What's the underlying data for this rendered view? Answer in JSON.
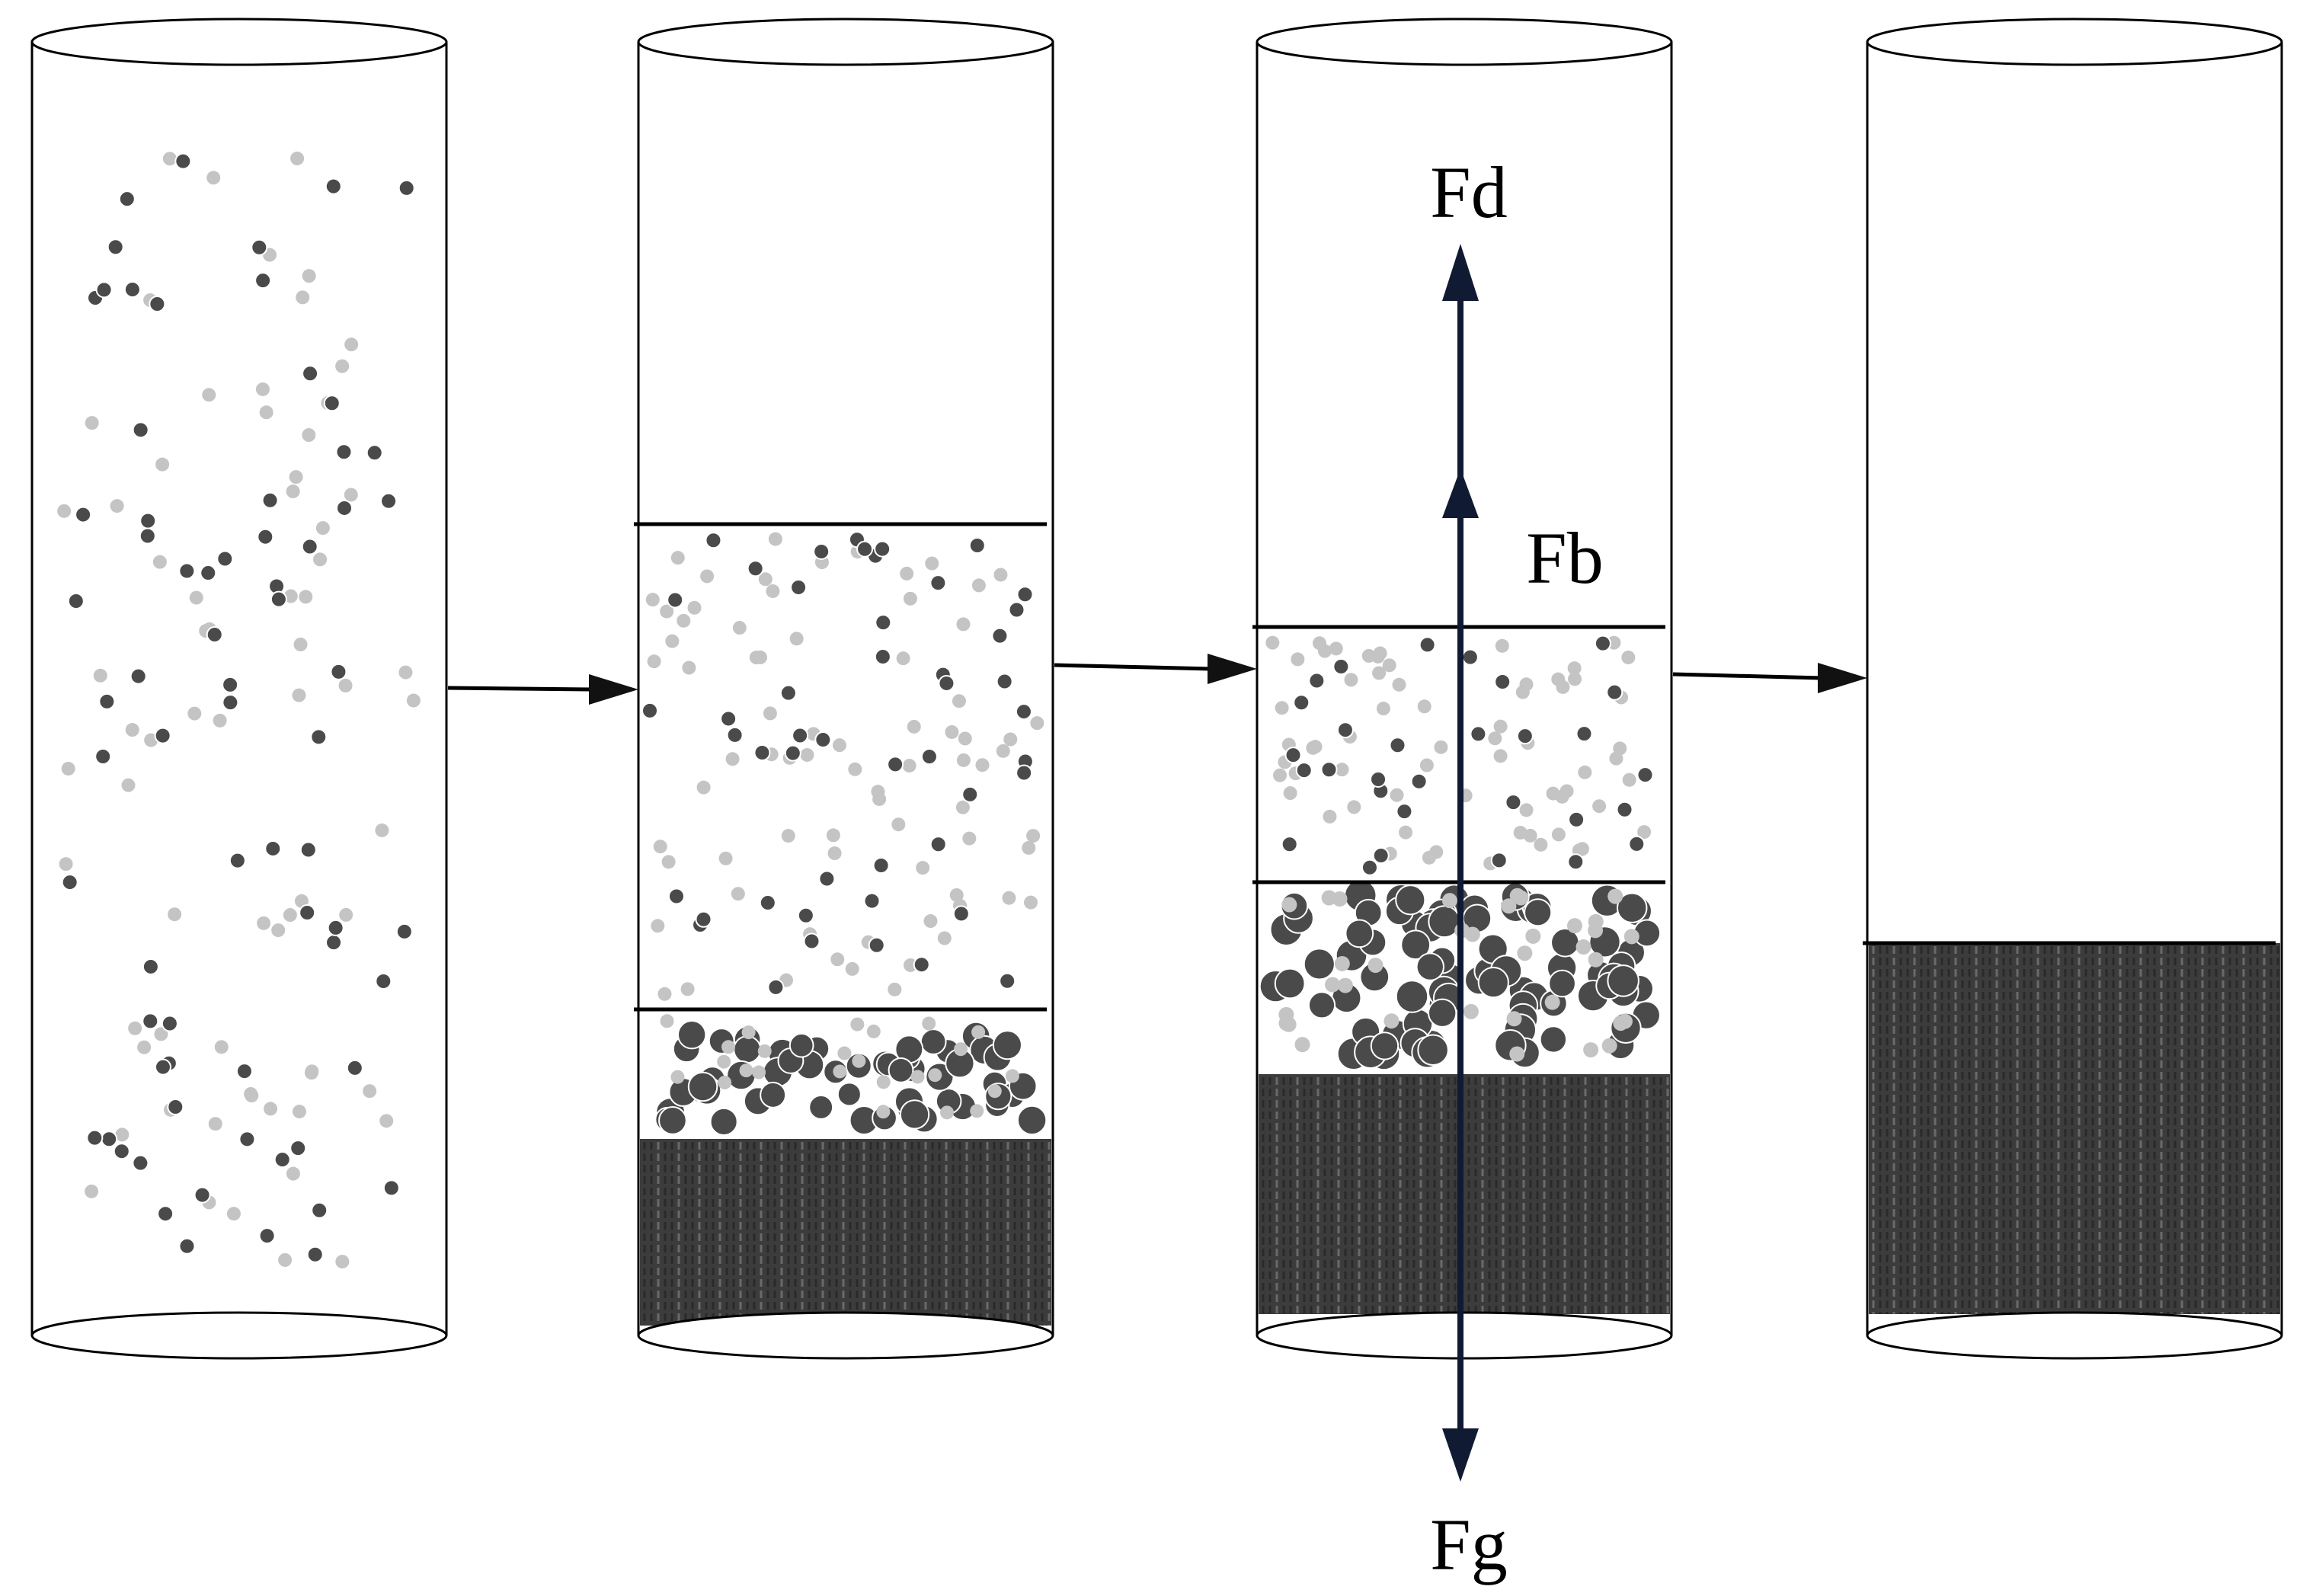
{
  "labels": {
    "drag": "Fd",
    "buoyancy": "Fb",
    "gravity": "Fg"
  },
  "colors": {
    "outline": "#000000",
    "dark_particle": "#4a4a4a",
    "light_particle": "#c4c4c4",
    "sediment": "#3c3c3c",
    "background": "#ffffff"
  },
  "stages": [
    {
      "name": "stage-1-suspended"
    },
    {
      "name": "stage-2-settling"
    },
    {
      "name": "stage-3-forces"
    },
    {
      "name": "stage-4-settled"
    }
  ]
}
